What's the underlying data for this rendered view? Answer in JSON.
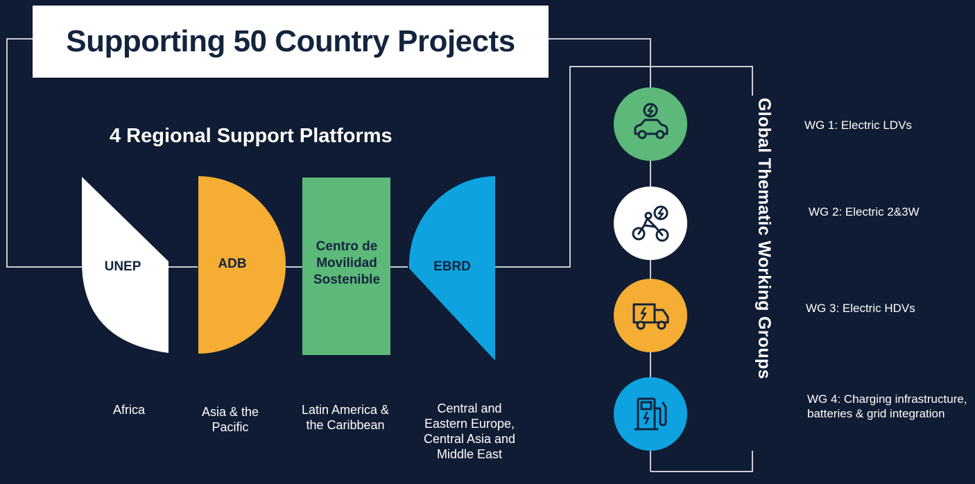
{
  "title": "Supporting 50 Country Projects",
  "subtitle": "4 Regional Support Platforms",
  "platforms": [
    {
      "name": "UNEP",
      "region": "Africa",
      "color": "#ffffff",
      "text_color": "#13243d"
    },
    {
      "name": "ADB",
      "region": "Asia & the Pacific",
      "color": "#f5ad33",
      "text_color": "#13243d"
    },
    {
      "name": "Centro de Movilidad Sostenible",
      "region": "Latin America & the Caribbean",
      "color": "#5cb979",
      "text_color": "#13243d"
    },
    {
      "name": "EBRD",
      "region": "Central and Eastern Europe, Central Asia and Middle East",
      "color": "#0ea3e0",
      "text_color": "#13243d"
    }
  ],
  "working_groups_title": "Global Thematic Working Groups",
  "working_groups": [
    {
      "label": "WG 1: Electric LDVs",
      "color": "#5cb979",
      "icon": "electric-car-icon"
    },
    {
      "label": "WG 2: Electric 2&3W",
      "color": "#ffffff",
      "icon": "electric-motorbike-icon"
    },
    {
      "label": "WG 3: Electric HDVs",
      "color": "#f5ad33",
      "icon": "electric-truck-icon"
    },
    {
      "label": "WG 4: Charging infrastructure, batteries & grid integration",
      "color": "#0ea3e0",
      "icon": "charging-station-icon"
    }
  ],
  "colors": {
    "background": "#0f1c33",
    "line": "#c9ced6",
    "title_text": "#13243d"
  }
}
